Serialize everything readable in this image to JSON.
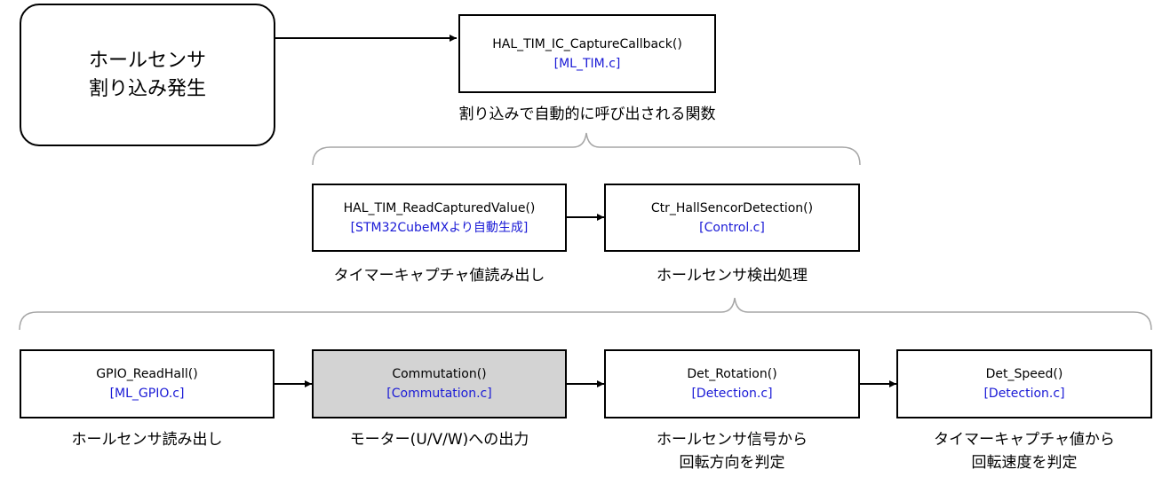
{
  "start_event": {
    "line1": "ホールセンサ",
    "line2": "割り込み発生"
  },
  "callback": {
    "function": "HAL_TIM_IC_CaptureCallback()",
    "file": "[ML_TIM.c]",
    "caption": "割り込みで自動的に呼び出される関数"
  },
  "level2": [
    {
      "function": "HAL_TIM_ReadCapturedValue()",
      "file": "[STM32CubeMXより自動生成]",
      "caption": "タイマーキャプチャ値読み出し"
    },
    {
      "function": "Ctr_HallSencorDetection()",
      "file": "[Control.c]",
      "caption": "ホールセンサ検出処理"
    }
  ],
  "level3": [
    {
      "function": "GPIO_ReadHall()",
      "file": "[ML_GPIO.c]",
      "caption_line1": "ホールセンサ読み出し",
      "caption_line2": ""
    },
    {
      "function": "Commutation()",
      "file": "[Commutation.c]",
      "caption_line1": "モーター(U/V/W)への出力",
      "caption_line2": ""
    },
    {
      "function": "Det_Rotation()",
      "file": "[Detection.c]",
      "caption_line1": "ホールセンサ信号から",
      "caption_line2": "回転方向を判定"
    },
    {
      "function": "Det_Speed()",
      "file": "[Detection.c]",
      "caption_line1": "タイマーキャプチャ値から",
      "caption_line2": "回転速度を判定"
    }
  ],
  "colors": {
    "file_text": "#1a1ad6",
    "highlight_box": "#d3d3d3",
    "line": "#000000",
    "brace": "#a6a6a6"
  }
}
